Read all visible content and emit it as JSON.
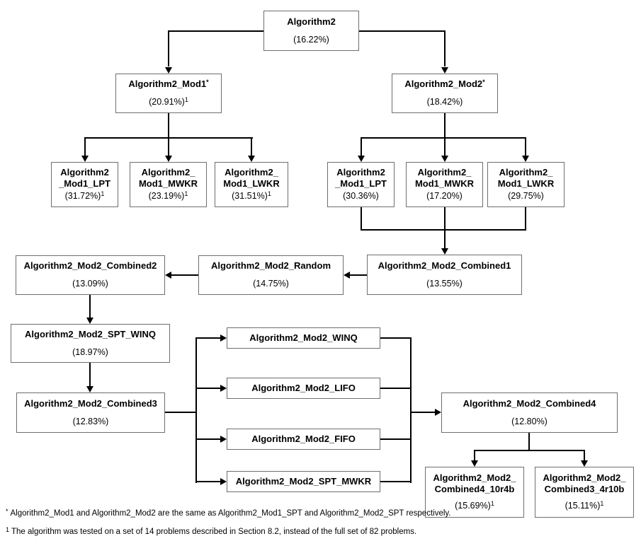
{
  "diagram_title": "Algorithm2 modification hierarchy flowchart",
  "colors": {
    "background": "#ffffff",
    "box_border": "#6e6e6e",
    "line": "#000000",
    "text": "#000000"
  },
  "nodes": {
    "root": {
      "lines": [
        "Algorithm2"
      ],
      "sup": "",
      "value": "(16.22%)",
      "value_sup": ""
    },
    "mod1": {
      "lines": [
        "Algorithm2_Mod1"
      ],
      "sup": "*",
      "value": "(20.91%)",
      "value_sup": "1"
    },
    "mod2": {
      "lines": [
        "Algorithm2_Mod2"
      ],
      "sup": "*",
      "value": "(18.42%)",
      "value_sup": ""
    },
    "mod1_lpt": {
      "lines": [
        "Algorithm2",
        "_Mod1_LPT"
      ],
      "sup": "",
      "value": "(31.72%)",
      "value_sup": "1"
    },
    "mod1_mwkr": {
      "lines": [
        "Algorithm2_",
        "Mod1_MWKR"
      ],
      "sup": "",
      "value": "(23.19%)",
      "value_sup": "1"
    },
    "mod1_lwkr": {
      "lines": [
        "Algorithm2_",
        "Mod1_LWKR"
      ],
      "sup": "",
      "value": "(31.51%)",
      "value_sup": "1"
    },
    "mod2_lpt": {
      "lines": [
        "Algorithm2",
        "_Mod1_LPT"
      ],
      "sup": "",
      "value": "(30.36%)",
      "value_sup": ""
    },
    "mod2_mwkr": {
      "lines": [
        "Algorithm2_",
        "Mod1_MWKR"
      ],
      "sup": "",
      "value": "(17.20%)",
      "value_sup": ""
    },
    "mod2_lwkr": {
      "lines": [
        "Algorithm2_",
        "Mod1_LWKR"
      ],
      "sup": "",
      "value": "(29.75%)",
      "value_sup": ""
    },
    "combined1": {
      "lines": [
        "Algorithm2_Mod2_Combined1"
      ],
      "sup": "",
      "value": "(13.55%)",
      "value_sup": ""
    },
    "random": {
      "lines": [
        "Algorithm2_Mod2_Random"
      ],
      "sup": "",
      "value": "(14.75%)",
      "value_sup": ""
    },
    "combined2": {
      "lines": [
        "Algorithm2_Mod2_Combined2"
      ],
      "sup": "",
      "value": "(13.09%)",
      "value_sup": ""
    },
    "spt_winq": {
      "lines": [
        "Algorithm2_Mod2_SPT_WINQ"
      ],
      "sup": "",
      "value": "(18.97%)",
      "value_sup": ""
    },
    "combined3": {
      "lines": [
        "Algorithm2_Mod2_Combined3"
      ],
      "sup": "",
      "value": "(12.83%)",
      "value_sup": ""
    },
    "winq": {
      "lines": [
        "Algorithm2_Mod2_WINQ"
      ]
    },
    "lifo": {
      "lines": [
        "Algorithm2_Mod2_LIFO"
      ]
    },
    "fifo": {
      "lines": [
        "Algorithm2_Mod2_FIFO"
      ]
    },
    "spt_mwkr": {
      "lines": [
        "Algorithm2_Mod2_SPT_MWKR"
      ]
    },
    "combined4": {
      "lines": [
        "Algorithm2_Mod2_Combined4"
      ],
      "sup": "",
      "value": "(12.80%)",
      "value_sup": ""
    },
    "combined4_10r4b": {
      "lines": [
        "Algorithm2_Mod2_",
        "Combined4_10r4b"
      ],
      "sup": "",
      "value": "(15.69%)",
      "value_sup": "1"
    },
    "combined3_4r10b": {
      "lines": [
        "Algorithm2_Mod2_",
        "Combined3_4r10b"
      ],
      "sup": "",
      "value": "(15.11%)",
      "value_sup": "1"
    }
  },
  "footnotes": [
    {
      "marker": "*",
      "text": "Algorithm2_Mod1 and Algorithm2_Mod2 are the same as Algorithm2_Mod1_SPT and Algorithm2_Mod2_SPT respectively."
    },
    {
      "marker": "1",
      "text": "The algorithm was tested on a set of 14 problems described in Section 8.2, instead of the full set of 82 problems."
    }
  ]
}
